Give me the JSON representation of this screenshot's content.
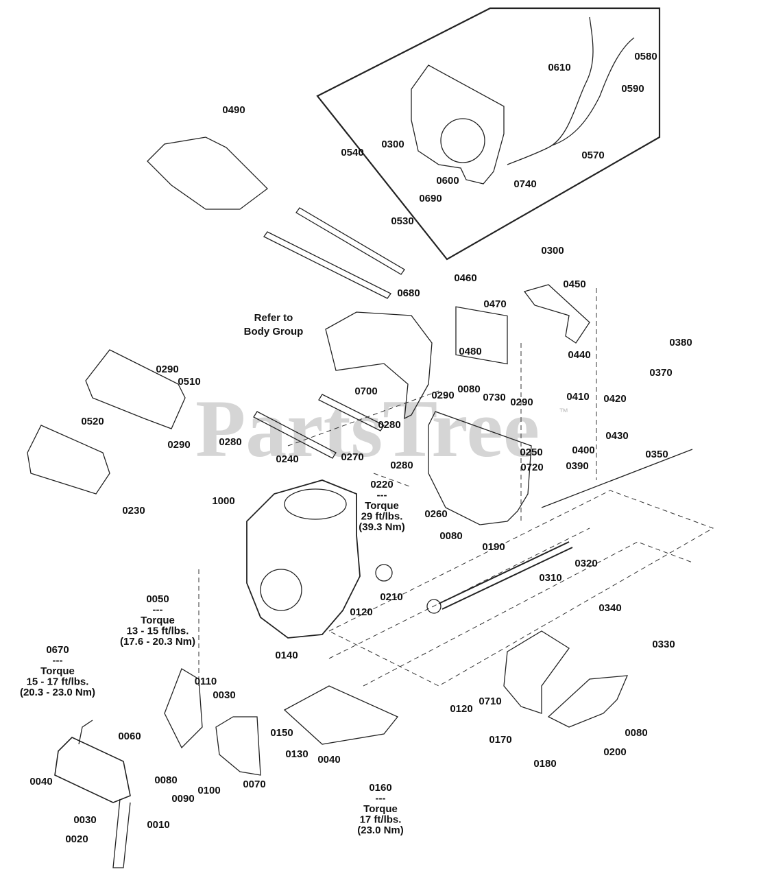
{
  "watermark": {
    "text": "PartsTree",
    "trademark": "™",
    "color": "#c8c8c8"
  },
  "labels": [
    "0580",
    "0610",
    "0590",
    "0490",
    "0540",
    "0300",
    "0570",
    "0600",
    "0740",
    "0690",
    "0530",
    "0300",
    "0460",
    "0450",
    "0680",
    "0470",
    "0440",
    "0480",
    "0380",
    "0370",
    "0290",
    "0510",
    "0700",
    "0290",
    "0080",
    "0730",
    "0290",
    "0410",
    "0420",
    "0520",
    "0280",
    "0430",
    "0280",
    "0290",
    "0240",
    "0250",
    "0400",
    "0350",
    "0270",
    "0280",
    "0720",
    "0390",
    "1000",
    "0230",
    "0260",
    "0080",
    "0190",
    "0320",
    "0310",
    "0210",
    "0340",
    "0120",
    "0330",
    "0140",
    "0110",
    "0030",
    "0710",
    "0120",
    "0060",
    "0150",
    "0080",
    "0170",
    "0130",
    "0040",
    "0200",
    "0180",
    "0070",
    "0080",
    "0040",
    "0100",
    "0090",
    "0030",
    "0010",
    "0020"
  ],
  "notes": [
    {
      "lines": [
        "Refer to",
        "Body Group"
      ]
    },
    {
      "lines": [
        "0220",
        "---",
        "Torque",
        "29 ft/lbs.",
        "(39.3 Nm)"
      ]
    },
    {
      "lines": [
        "0050",
        "---",
        "Torque",
        "13 - 15 ft/lbs.",
        "(17.6 - 20.3 Nm)"
      ]
    },
    {
      "lines": [
        "0670",
        "---",
        "Torque",
        "15 - 17 ft/lbs.",
        "(20.3 - 23.0 Nm)"
      ]
    },
    {
      "lines": [
        "0160",
        "---",
        "Torque",
        "17 ft/lbs.",
        "(23.0 Nm)"
      ]
    }
  ]
}
